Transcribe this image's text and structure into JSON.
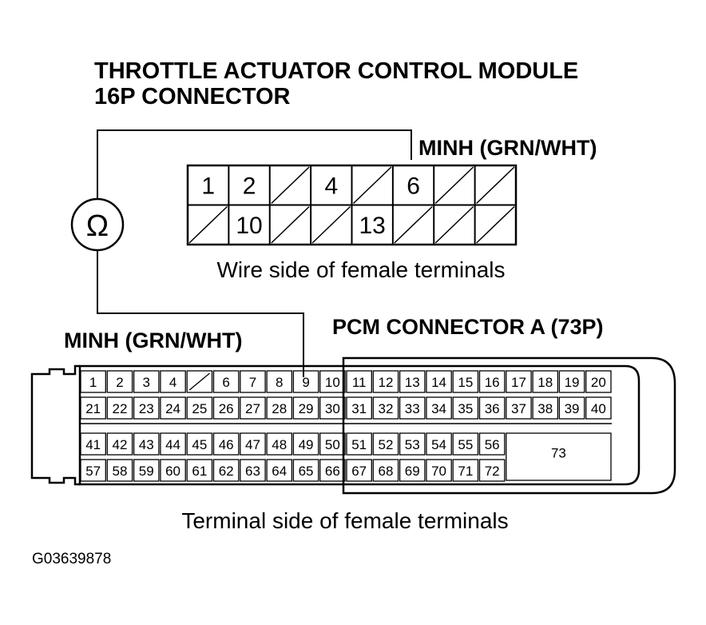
{
  "title_line1": "THROTTLE ACTUATOR CONTROL MODULE",
  "title_line2": "16P CONNECTOR",
  "minh_top": "MINH (GRN/WHT)",
  "ohm_symbol": "Ω",
  "wire_side_caption": "Wire side of female terminals",
  "pcm_title": "PCM CONNECTOR A (73P)",
  "minh_bottom": "MINH (GRN/WHT)",
  "terminal_side_caption": "Terminal side of female terminals",
  "figure_code": "G03639878",
  "connector16": {
    "row1": [
      "1",
      "2",
      "",
      "4",
      "",
      "6",
      "",
      ""
    ],
    "row2": [
      "",
      "10",
      "",
      "",
      "13",
      "",
      "",
      ""
    ]
  },
  "connector73": {
    "row1": [
      "1",
      "2",
      "3",
      "4",
      "",
      "6",
      "7",
      "8",
      "9",
      "10",
      "11",
      "12",
      "13",
      "14",
      "15",
      "16",
      "17",
      "18",
      "19",
      "20"
    ],
    "row2": [
      "21",
      "22",
      "23",
      "24",
      "25",
      "26",
      "27",
      "28",
      "29",
      "30",
      "31",
      "32",
      "33",
      "34",
      "35",
      "36",
      "37",
      "38",
      "39",
      "40"
    ],
    "row3": [
      "41",
      "42",
      "43",
      "44",
      "45",
      "46",
      "47",
      "48",
      "49",
      "50",
      "51",
      "52",
      "53",
      "54",
      "55",
      "56"
    ],
    "row4": [
      "57",
      "58",
      "59",
      "60",
      "61",
      "62",
      "63",
      "64",
      "65",
      "66",
      "67",
      "68",
      "69",
      "70",
      "71",
      "72"
    ],
    "big_pin": "73"
  }
}
